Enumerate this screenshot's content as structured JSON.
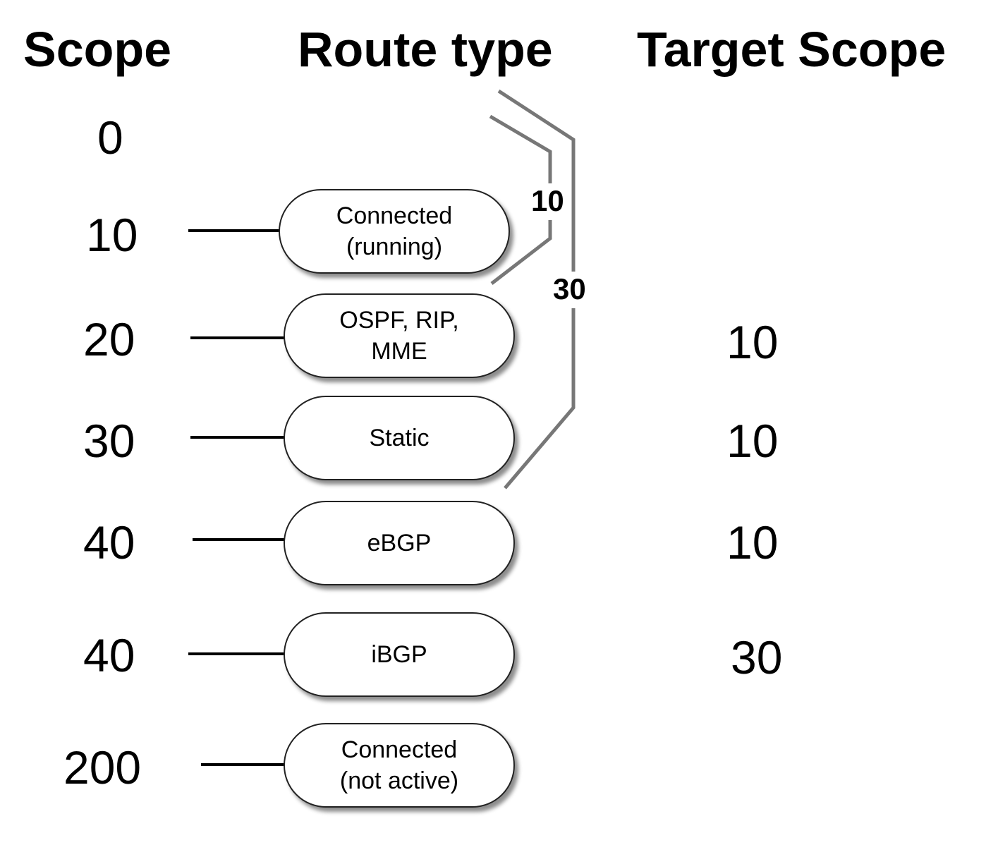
{
  "headers": {
    "scope": "Scope",
    "route_type": "Route type",
    "target_scope": "Target Scope"
  },
  "rows": [
    {
      "scope": "0"
    },
    {
      "scope": "10",
      "route": "Connected\n(running)"
    },
    {
      "scope": "20",
      "route": "OSPF, RIP,\nMME",
      "target": "10"
    },
    {
      "scope": "30",
      "route": "Static",
      "target": "10"
    },
    {
      "scope": "40",
      "route": "eBGP",
      "target": "10"
    },
    {
      "scope": "40",
      "route": "iBGP",
      "target": "30"
    },
    {
      "scope": "200",
      "route": "Connected\n(not active)"
    }
  ],
  "brackets": {
    "inner_label": "10",
    "outer_label": "30"
  }
}
